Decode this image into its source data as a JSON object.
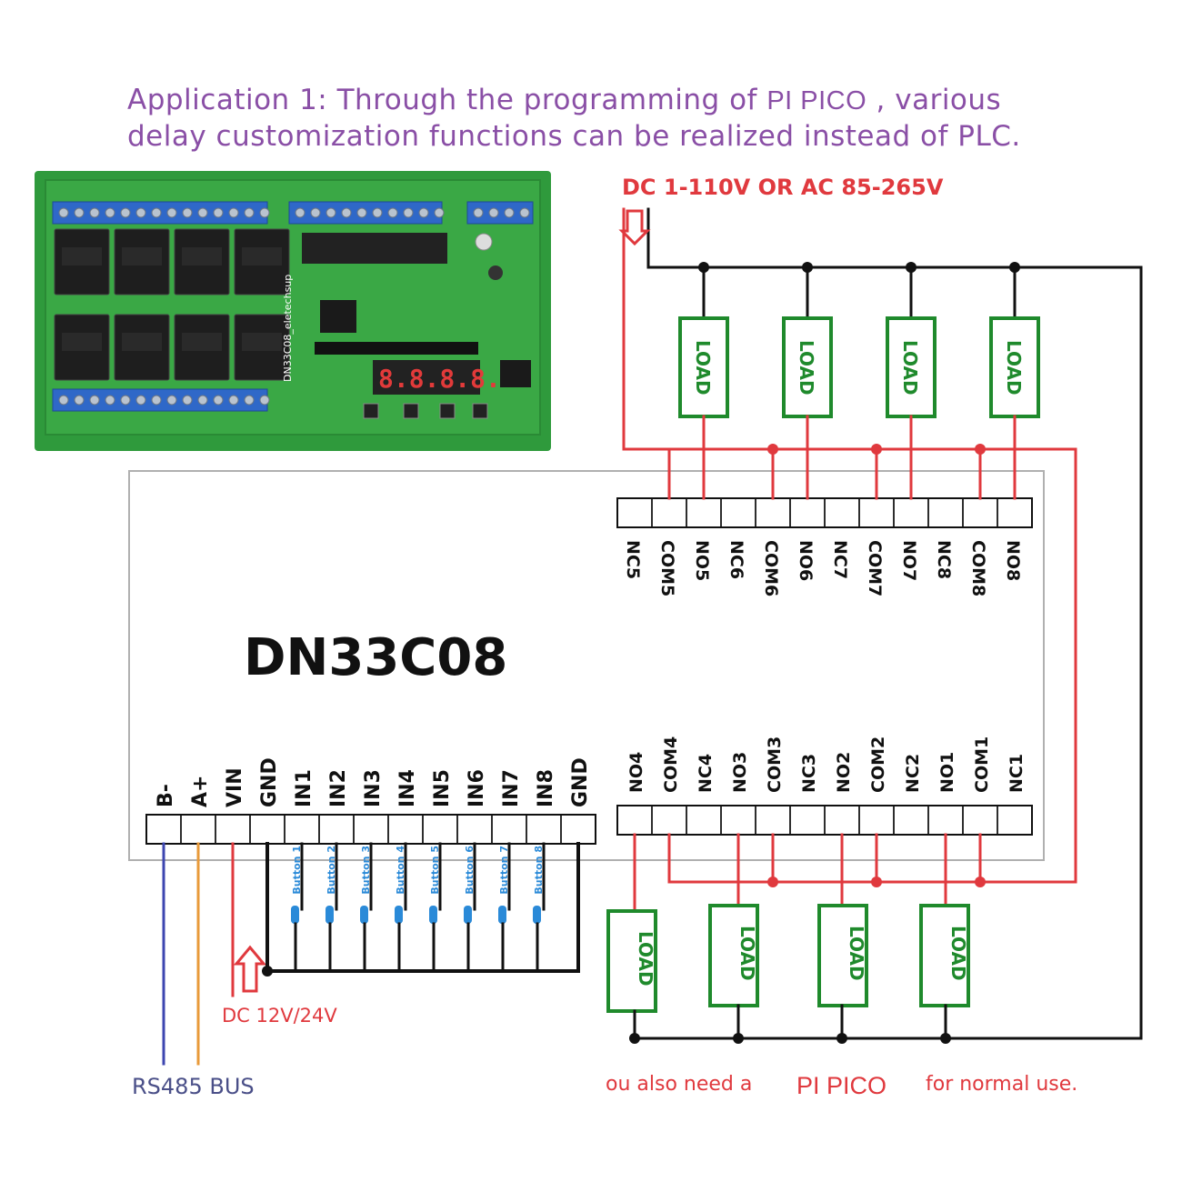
{
  "header": {
    "line1_a": "Application 1: Through the programming of ",
    "line1_pico": "PI PICO",
    "line1_b": " , various",
    "line2": "delay customization functions can be realized instead of PLC."
  },
  "power_label": "DC 1-110V OR AC 85-265V",
  "board": {
    "model": "DN33C08",
    "photo_silkscreen": "DN33C08_eletechsup",
    "display_digits": "8.8.8.8."
  },
  "top_terminals": [
    "NC5",
    "COM5",
    "NO5",
    "NC6",
    "COM6",
    "NO6",
    "NC7",
    "COM7",
    "NO7",
    "NC8",
    "COM8",
    "NO8"
  ],
  "bottom_right_terminals": [
    "NO4",
    "COM4",
    "NC4",
    "NO3",
    "COM3",
    "NC3",
    "NO2",
    "COM2",
    "NC2",
    "NO1",
    "COM1",
    "NC1"
  ],
  "bottom_left_terminals": [
    "B-",
    "A+",
    "VIN",
    "GND",
    "IN1",
    "IN2",
    "IN3",
    "IN4",
    "IN5",
    "IN6",
    "IN7",
    "IN8",
    "GND"
  ],
  "buttons": [
    "Button 1",
    "Button 2",
    "Button 3",
    "Button 4",
    "Button 5",
    "Button 6",
    "Button 7",
    "Button 8"
  ],
  "load_label": "LOAD",
  "dc_label": "DC 12V/24V",
  "rs485_label": "RS485 BUS",
  "footer": {
    "a": "ou also need a",
    "pico": "PI PICO",
    "b": "for normal use."
  },
  "colors": {
    "header_text": "#8a4fa6",
    "power_wire": "#e0393e",
    "load_border": "#1f8a2c",
    "rs485_b": "#3d46b0",
    "rs485_a": "#e89a3a",
    "button_blue": "#2a8ad8",
    "board_green": "#3aa845"
  }
}
